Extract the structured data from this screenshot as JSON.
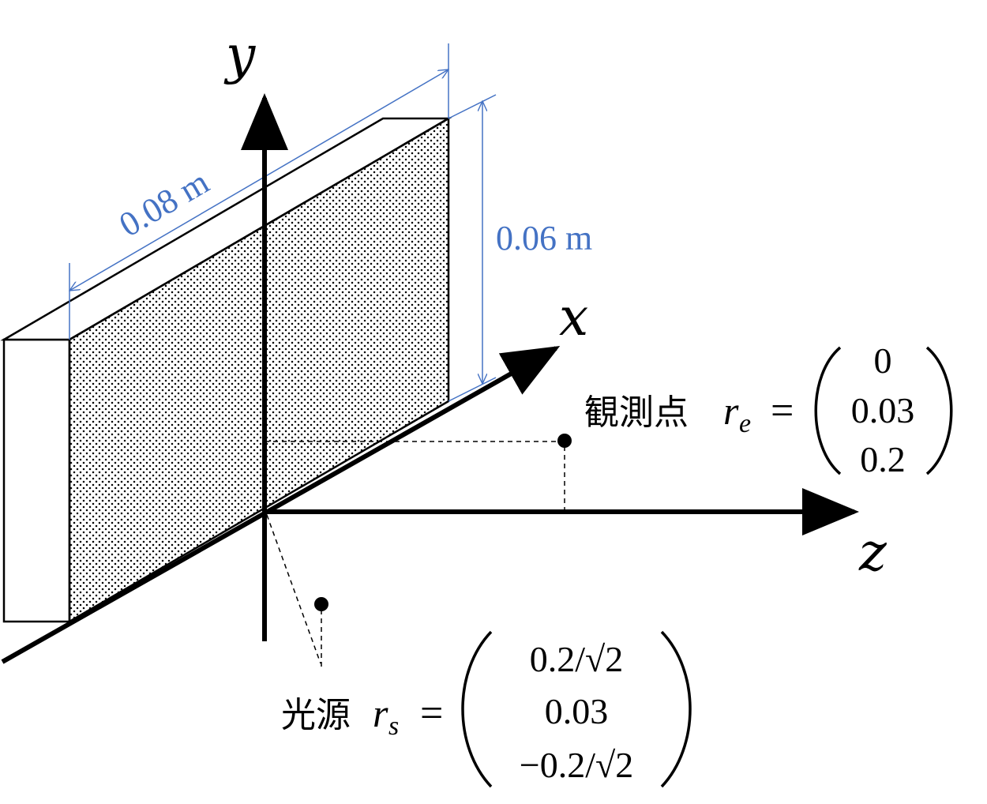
{
  "axes": {
    "x": "x",
    "y": "y",
    "z": "z"
  },
  "dimensions": {
    "length": "0.08 m",
    "height": "0.06 m"
  },
  "observation_point": {
    "label": "観測点",
    "symbol": "r",
    "subscript": "e",
    "equals": "=",
    "vector": [
      "0",
      "0.03",
      "0.2"
    ]
  },
  "light_source": {
    "label": "光源",
    "symbol": "r",
    "subscript": "s",
    "equals": "=",
    "vector": [
      "0.2/√2",
      "0.03",
      "−0.2/√2"
    ]
  },
  "colors": {
    "dimension": "#4472c4",
    "ink": "#000000"
  }
}
